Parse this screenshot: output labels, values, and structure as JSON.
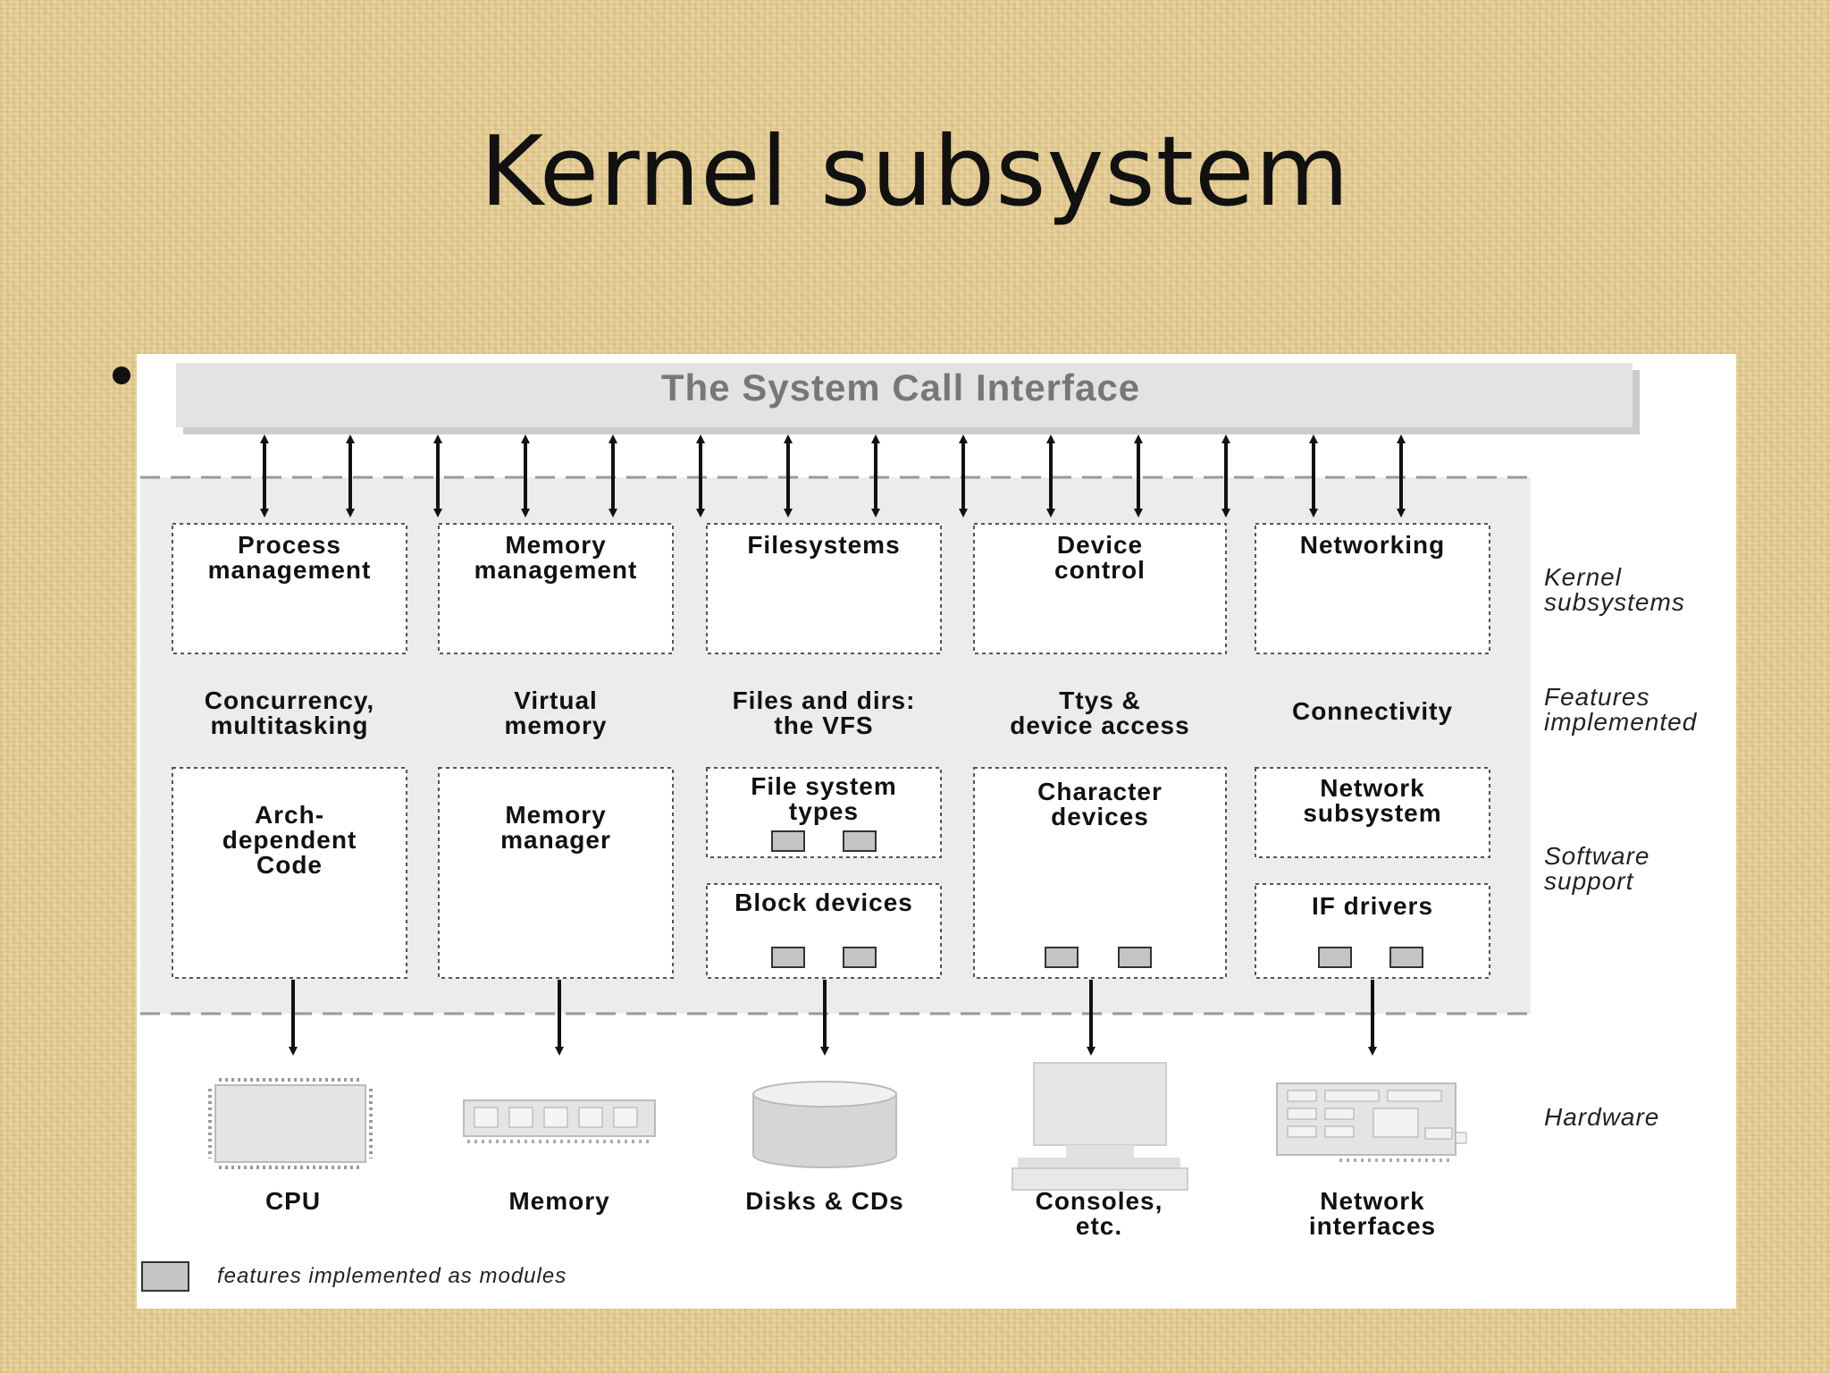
{
  "slide": {
    "title": "Kernel subsystem"
  },
  "diagram": {
    "syscall_interface": "The System Call Interface",
    "subsystems": [
      "Process\nmanagement",
      "Memory\nmanagement",
      "Filesystems",
      "Device\ncontrol",
      "Networking"
    ],
    "features": [
      "Concurrency,\nmultitasking",
      "Virtual\nmemory",
      "Files and dirs:\nthe VFS",
      "Ttys &\ndevice access",
      "Connectivity"
    ],
    "software_support": {
      "arch": "Arch-\ndependent\nCode",
      "mm": "Memory\nmanager",
      "fs_types": "File system\ntypes",
      "block": "Block devices",
      "char": "Character\ndevices",
      "net_sub": "Network\nsubsystem",
      "if_drivers": "IF drivers"
    },
    "hardware": [
      "CPU",
      "Memory",
      "Disks & CDs",
      "Consoles,\netc.",
      "Network\ninterfaces"
    ],
    "side_labels": {
      "kernel": "Kernel\nsubsystems",
      "features": "Features\nimplemented",
      "software": "Software\nsupport",
      "hardware": "Hardware"
    },
    "legend": "features implemented as modules"
  }
}
